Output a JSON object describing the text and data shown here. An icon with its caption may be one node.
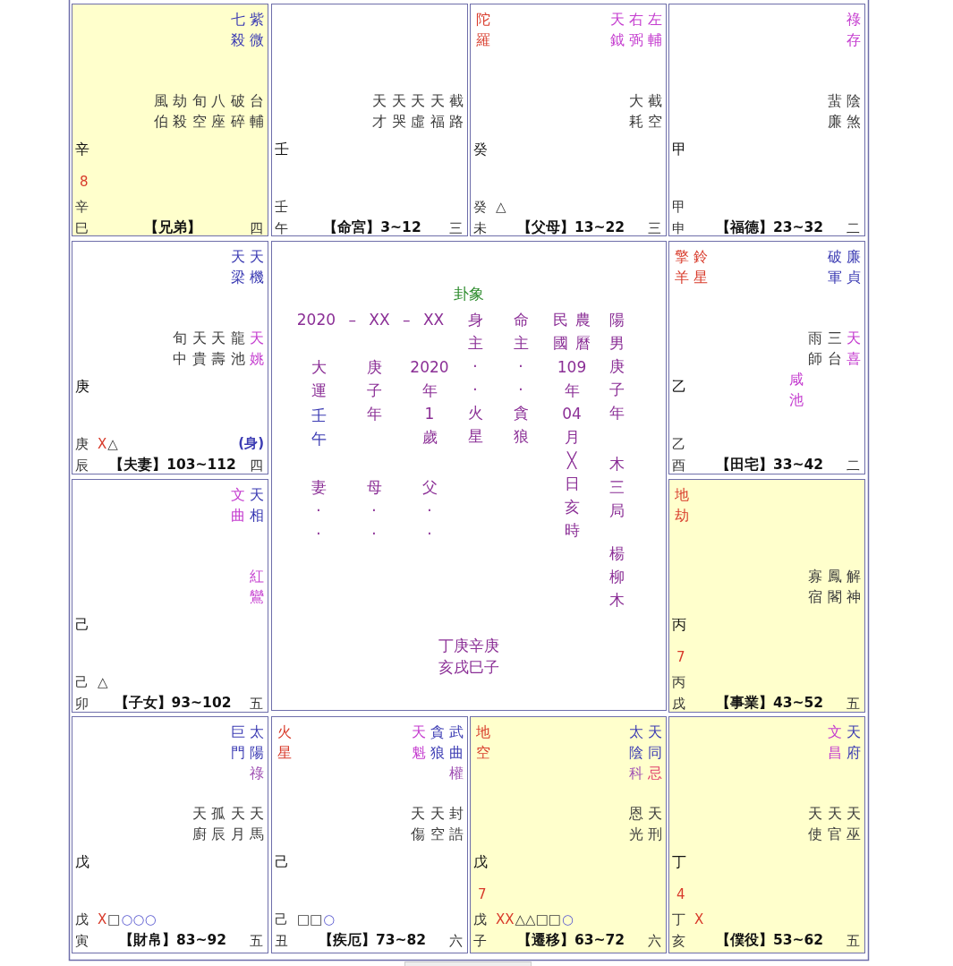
{
  "diagram": {
    "nodes": [
      {
        "text": [
          "紫微",
          "七殺",
          "台輔",
          "破碎",
          "八座",
          "旬空",
          "劫殺",
          "風伯",
          "辛",
          "8",
          "辛",
          "巳",
          "【兄弟】",
          "四"
        ]
      },
      {
        "text": [
          "截路",
          "天福",
          "天虛",
          "天哭",
          "天才",
          "壬",
          "壬",
          "午",
          "【命宮】3~12",
          "三"
        ]
      },
      {
        "text": [
          "左輔",
          "右弼",
          "天鉞",
          "陀羅",
          "截空",
          "大耗",
          "癸",
          "癸",
          "△",
          "未",
          "【父母】13~22",
          "三"
        ]
      },
      {
        "text": [
          "祿存",
          "陰煞",
          "蜚廉",
          "甲",
          "甲",
          "申",
          "【福德】23~32",
          "二"
        ]
      },
      {
        "text": [
          "天機",
          "天梁",
          "天姚",
          "龍池",
          "天壽",
          "天貴",
          "旬中",
          "庚",
          "庚",
          "X",
          "△",
          "(身)",
          "辰",
          "【夫妻】103~112",
          "四"
        ]
      },
      {
        "text": [
          "卦象",
          "2020 – XX – XX",
          "身主··火星",
          "命主··貪狼",
          "民國",
          "農曆",
          "109年04月╳日亥時",
          "陽男庚子年",
          "木三局",
          "楊柳木",
          "大運",
          "壬午",
          "妻··",
          "庚子年",
          "母··",
          "2020年1歲",
          "父··",
          "丁庚辛庚",
          "亥戌巳子"
        ]
      },
      {
        "text": [
          "擎羊",
          "鈴星",
          "廉貞",
          "破軍",
          "天喜",
          "三台",
          "雨師",
          "咸池",
          "乙",
          "乙",
          "酉",
          "【田宅】33~42",
          "二"
        ]
      },
      {
        "text": [
          "天相",
          "文曲",
          "紅鸞",
          "己",
          "己",
          "△",
          "卯",
          "【子女】93~102",
          "五"
        ]
      },
      {
        "text": [
          "地劫",
          "解神",
          "鳳閣",
          "寡宿",
          "丙",
          "7",
          "丙",
          "戌",
          "【事業】43~52",
          "五"
        ]
      },
      {
        "text": [
          "太陽",
          "巨門",
          "祿",
          "天馬",
          "天月",
          "孤辰",
          "天廚",
          "戊",
          "戊",
          "X",
          "□",
          "○○○",
          "寅",
          "【財帛】83~92",
          "五"
        ]
      },
      {
        "text": [
          "武曲",
          "貪狼",
          "天魁",
          "權",
          "火星",
          "封誥",
          "天空",
          "天傷",
          "己",
          "己",
          "□□",
          "○",
          "丑",
          "【疾厄】73~82",
          "六"
        ]
      },
      {
        "text": [
          "天同",
          "太陰",
          "忌",
          "科",
          "地空",
          "天刑",
          "恩光",
          "戊",
          "7",
          "戊",
          "XX",
          "△△□□",
          "○",
          "子",
          "【遷移】63~72",
          "六"
        ]
      },
      {
        "text": [
          "天府",
          "文昌",
          "天巫",
          "天官",
          "天使",
          "丁",
          "4",
          "丁",
          "X",
          "亥",
          "【僕役】53~62",
          "五"
        ]
      }
    ]
  }
}
